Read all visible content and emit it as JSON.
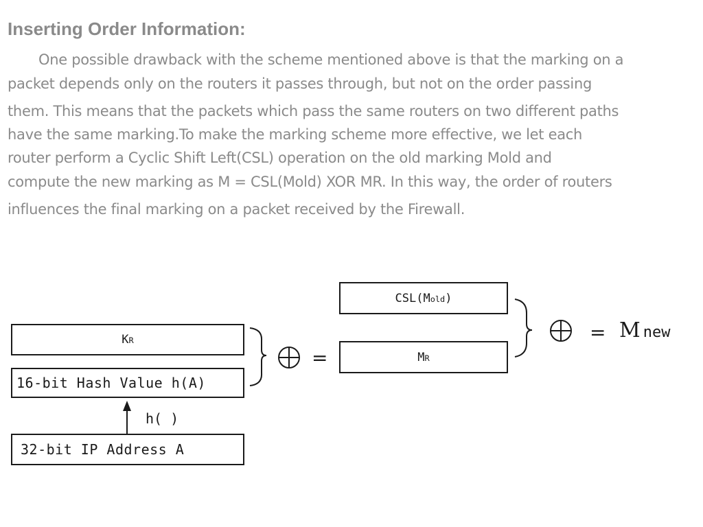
{
  "title": "Inserting Order Information:",
  "paragraph_lines": [
    "One possible drawback with the scheme mentioned above is that the marking on a",
    "packet depends only on the routers it passes through, but not on the order passing",
    "them. This means that the packets which pass the same routers on two different paths",
    "have the same marking.To make the marking scheme more effective, we let each",
    "router perform a Cyclic Shift Left(CSL) operation on the old marking Mold and",
    "compute the new marking as  M = CSL(Mold) XOR MR. In this way, the order of routers",
    "influences the final marking on a packet received by the Firewall."
  ],
  "diagram": {
    "kr": {
      "main": "K",
      "sub": "R"
    },
    "hash_value": "16-bit Hash Value h(A)",
    "hash_function": "h( )",
    "ip_address": "32-bit IP Address A",
    "csl": {
      "prefix": "CSL(M",
      "sub": "old",
      "suffix": ")"
    },
    "mr": {
      "main": "M",
      "sub": "R"
    },
    "equals_1": "=",
    "equals_2": "=",
    "result": {
      "main": "M",
      "sub": "new"
    }
  }
}
